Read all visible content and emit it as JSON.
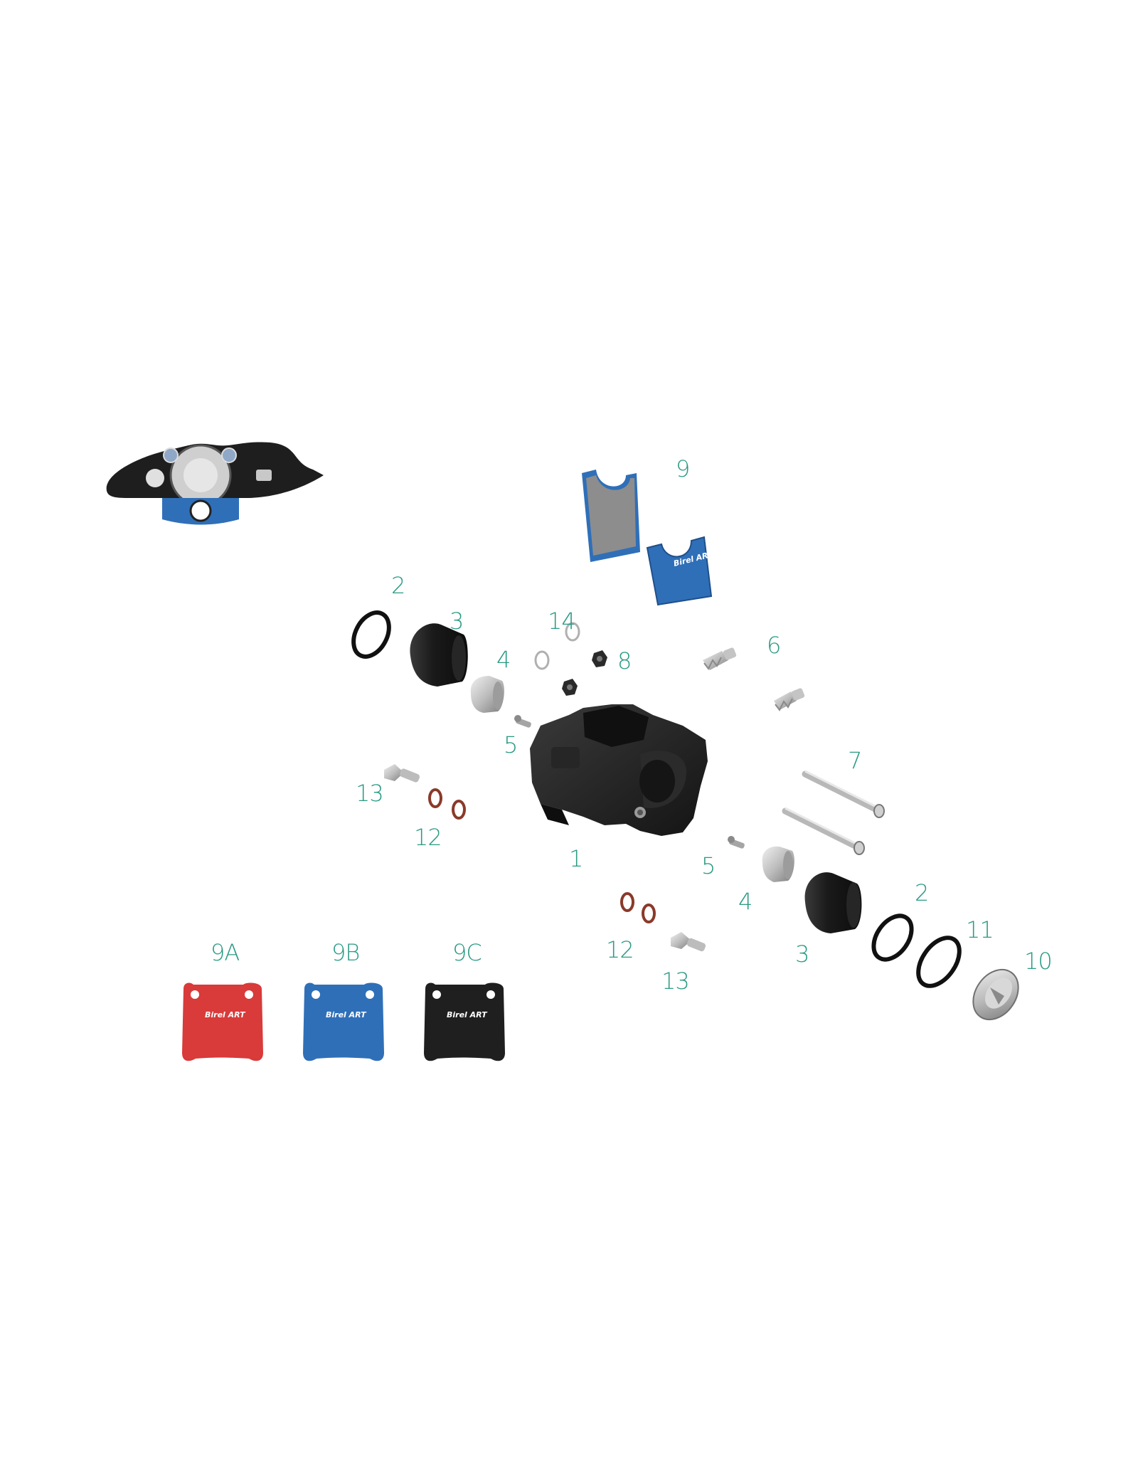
{
  "colors": {
    "callout": "#2a9a84",
    "caliper_body": "#1e1e1e",
    "pad_blue": "#2f6fb8",
    "pad_red": "#d93a3a",
    "pad_black": "#1f1f1f",
    "pad_friction": "#8d8d8d",
    "steel": "#b5b5b5",
    "oring_black": "#111111",
    "oring_copper": "#8a3a2a"
  },
  "callouts": {
    "c1": "1",
    "c2a": "2",
    "c2b": "2",
    "c3a": "3",
    "c3b": "3",
    "c4a": "4",
    "c4b": "4",
    "c5a": "5",
    "c5b": "5",
    "c6": "6",
    "c7": "7",
    "c8": "8",
    "c9": "9",
    "c10": "10",
    "c11": "11",
    "c12a": "12",
    "c12b": "12",
    "c13a": "13",
    "c13b": "13",
    "c14": "14",
    "c9a": "9A",
    "c9b": "9B",
    "c9c": "9C"
  },
  "pad_logo": "Birel ART"
}
